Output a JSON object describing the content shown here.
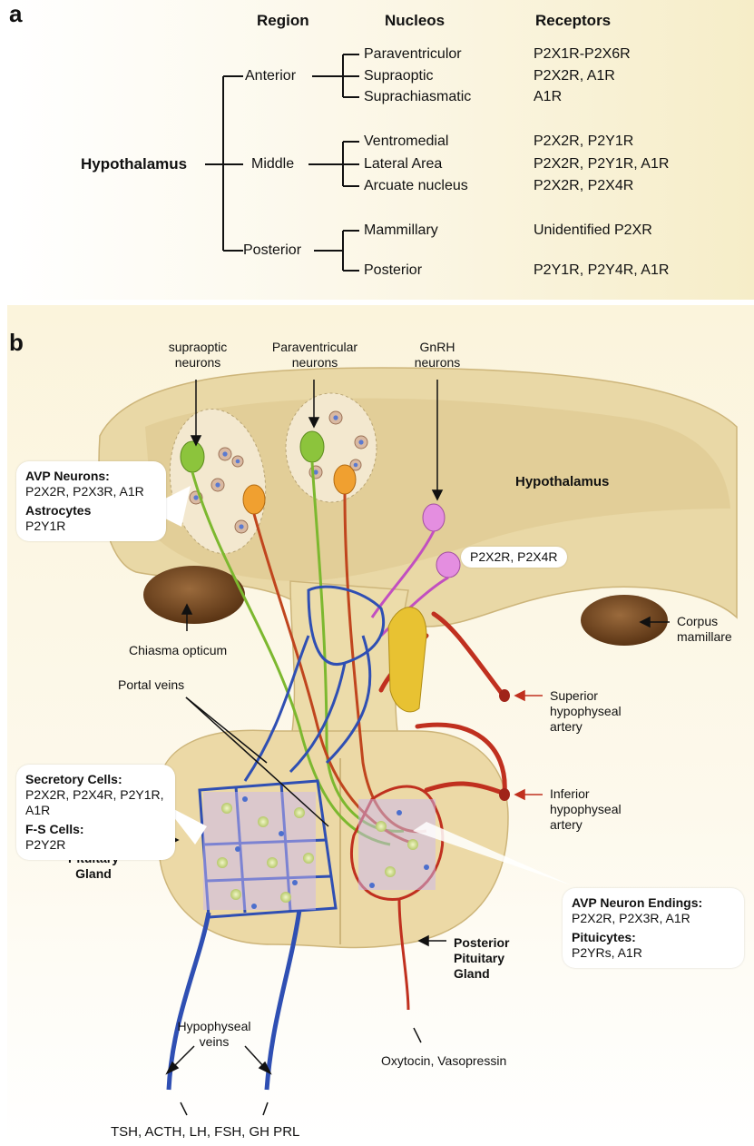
{
  "panel_a": {
    "letter": "a",
    "headers": {
      "region": "Region",
      "nucleos": "Nucleos",
      "receptors": "Receptors"
    },
    "root": "Hypothalamus",
    "regions": [
      {
        "name": "Anterior",
        "nuclei": [
          {
            "name": "Paraventriculor",
            "receptors": "P2X1R-P2X6R"
          },
          {
            "name": "Supraoptic",
            "receptors": "P2X2R, A1R"
          },
          {
            "name": "Suprachiasmatic",
            "receptors": "A1R"
          }
        ]
      },
      {
        "name": "Middle",
        "nuclei": [
          {
            "name": "Ventromedial",
            "receptors": "P2X2R, P2Y1R"
          },
          {
            "name": "Lateral Area",
            "receptors": "P2X2R, P2Y1R, A1R"
          },
          {
            "name": "Arcuate nucleus",
            "receptors": "P2X2R, P2X4R"
          }
        ]
      },
      {
        "name": "Posterior",
        "nuclei": [
          {
            "name": "Mammillary",
            "receptors": "Unidentified P2XR"
          },
          {
            "name": "Posterior",
            "receptors": "P2Y1R, P2Y4R, A1R"
          }
        ]
      }
    ]
  },
  "panel_b": {
    "letter": "b",
    "labels": {
      "supraoptic": "supraoptic neurons",
      "paraventricular": "Paraventricular neurons",
      "gnrh": "GnRH neurons",
      "hypothalamus": "Hypothalamus",
      "gnrh_receptors": "P2X2R, P2X4R",
      "chiasma": "Chiasma opticum",
      "corpus": "Corpus mamillare",
      "portal": "Portal veins",
      "superior_artery": "Superior hypophyseal artery",
      "inferior_artery": "Inferior hypophyseal artery",
      "anterior_gland": "Anterior Pituitary Gland",
      "posterior_gland": "Posterior Pituitary Gland",
      "hypophyseal_veins": "Hypophyseal veins",
      "oxytocin": "Oxytocin, Vasopressin",
      "hormones": "TSH, ACTH, LH, FSH, GH PRL"
    },
    "boxes": {
      "avp": {
        "title1": "AVP Neurons:",
        "value1": "P2X2R, P2X3R, A1R",
        "title2": "Astrocytes",
        "value2": "P2Y1R"
      },
      "secretory": {
        "title1": "Secretory Cells:",
        "value1": "P2X2R, P2X4R, P2Y1R, A1R",
        "title2": "F-S Cells:",
        "value2": "P2Y2R"
      },
      "endings": {
        "title1": "AVP Neuron Endings:",
        "value1": "P2X2R, P2X3R, A1R",
        "title2": "Pituicytes:",
        "value2": "P2YRs, A1R"
      }
    },
    "colors": {
      "tissue": "#ecd9a6",
      "vein": "#2f4fb3",
      "artery": "#c0301f",
      "neuron_green": "#7cb82f",
      "neuron_orange": "#e08a1e",
      "gnrh": "#d27ad0",
      "brown": "#7a4a22"
    }
  }
}
